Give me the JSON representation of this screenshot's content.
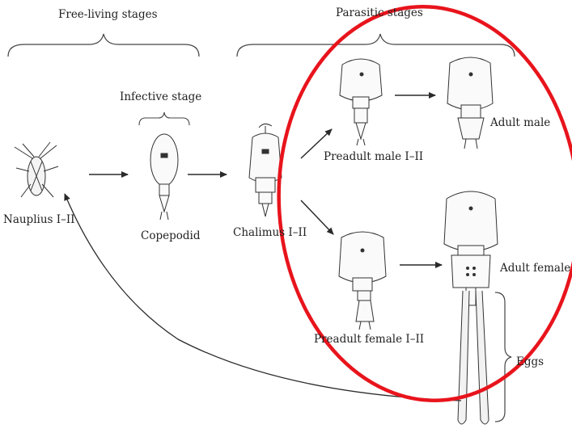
{
  "labels": {
    "free_living": "Free-living stages",
    "parasitic": "Parasitic stages",
    "infective": "Infective stage",
    "nauplius": "Nauplius I–II",
    "copepodid": "Copepodid",
    "chalimus": "Chalimus I–II",
    "preadult_male": "Preadult male I–II",
    "adult_male": "Adult male",
    "preadult_female": "Preadult female I–II",
    "adult_female": "Adult female",
    "eggs": "Eggs"
  },
  "colors": {
    "ink": "#2a2a2a",
    "highlight": "#e8141c"
  }
}
